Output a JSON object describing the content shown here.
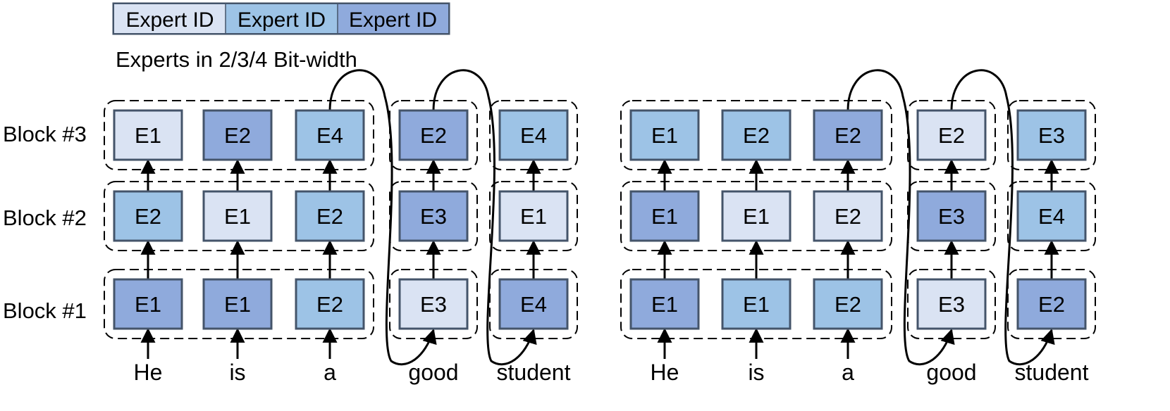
{
  "legend": {
    "items": [
      {
        "label": "Expert ID",
        "bits": 2,
        "color": "#dae3f3"
      },
      {
        "label": "Expert ID",
        "bits": 3,
        "color": "#9dc3e6"
      },
      {
        "label": "Expert ID",
        "bits": 4,
        "color": "#8faadc"
      }
    ],
    "caption": "Experts in 2/3/4 Bit-width"
  },
  "colors": {
    "bit2": "#dae3f3",
    "bit3": "#9dc3e6",
    "bit4": "#8faadc",
    "box_border": "#44546a",
    "line": "#000000"
  },
  "block_labels": [
    "Block #3",
    "Block #2",
    "Block #1"
  ],
  "panels": [
    {
      "name": "left",
      "tokens": [
        "He",
        "is",
        "a",
        "good",
        "student"
      ],
      "grid": [
        [
          {
            "id": "E1",
            "bits": 2
          },
          {
            "id": "E2",
            "bits": 4
          },
          {
            "id": "E4",
            "bits": 3
          },
          {
            "id": "E2",
            "bits": 4
          },
          {
            "id": "E4",
            "bits": 3
          }
        ],
        [
          {
            "id": "E2",
            "bits": 3
          },
          {
            "id": "E1",
            "bits": 2
          },
          {
            "id": "E2",
            "bits": 3
          },
          {
            "id": "E3",
            "bits": 4
          },
          {
            "id": "E1",
            "bits": 2
          }
        ],
        [
          {
            "id": "E1",
            "bits": 4
          },
          {
            "id": "E1",
            "bits": 4
          },
          {
            "id": "E2",
            "bits": 3
          },
          {
            "id": "E3",
            "bits": 2
          },
          {
            "id": "E4",
            "bits": 4
          }
        ]
      ]
    },
    {
      "name": "right",
      "tokens": [
        "He",
        "is",
        "a",
        "good",
        "student"
      ],
      "grid": [
        [
          {
            "id": "E1",
            "bits": 3
          },
          {
            "id": "E2",
            "bits": 3
          },
          {
            "id": "E2",
            "bits": 4
          },
          {
            "id": "E2",
            "bits": 2
          },
          {
            "id": "E3",
            "bits": 3
          }
        ],
        [
          {
            "id": "E1",
            "bits": 4
          },
          {
            "id": "E1",
            "bits": 2
          },
          {
            "id": "E2",
            "bits": 2
          },
          {
            "id": "E3",
            "bits": 4
          },
          {
            "id": "E4",
            "bits": 3
          }
        ],
        [
          {
            "id": "E1",
            "bits": 4
          },
          {
            "id": "E1",
            "bits": 3
          },
          {
            "id": "E2",
            "bits": 3
          },
          {
            "id": "E3",
            "bits": 2
          },
          {
            "id": "E2",
            "bits": 4
          }
        ]
      ]
    }
  ]
}
